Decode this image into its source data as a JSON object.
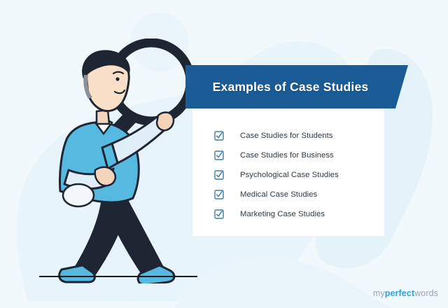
{
  "banner": {
    "title": "Examples of Case Studies",
    "color": "#1b5b96"
  },
  "checklist": {
    "icon": "checkbox-checked-icon",
    "items": [
      {
        "label": "Case Studies for Students"
      },
      {
        "label": "Case Studies for Business"
      },
      {
        "label": "Psychological Case Studies"
      },
      {
        "label": "Medical Case Studies"
      },
      {
        "label": "Marketing Case Studies"
      }
    ]
  },
  "illustration": {
    "name": "man-with-magnifying-glass-illustration",
    "shirt_color": "#56b9e0",
    "pants_color": "#1f2633",
    "glass_color": "#1f2633"
  },
  "logo": {
    "part1": "my",
    "part2": "perfect",
    "part3": "words",
    "accent_color": "#29a3e0",
    "text_color": "#9aa4ad"
  },
  "background": {
    "page_color": "#f2f9fd",
    "blob_color": "#e2f1fa",
    "card_color": "#ffffff"
  }
}
